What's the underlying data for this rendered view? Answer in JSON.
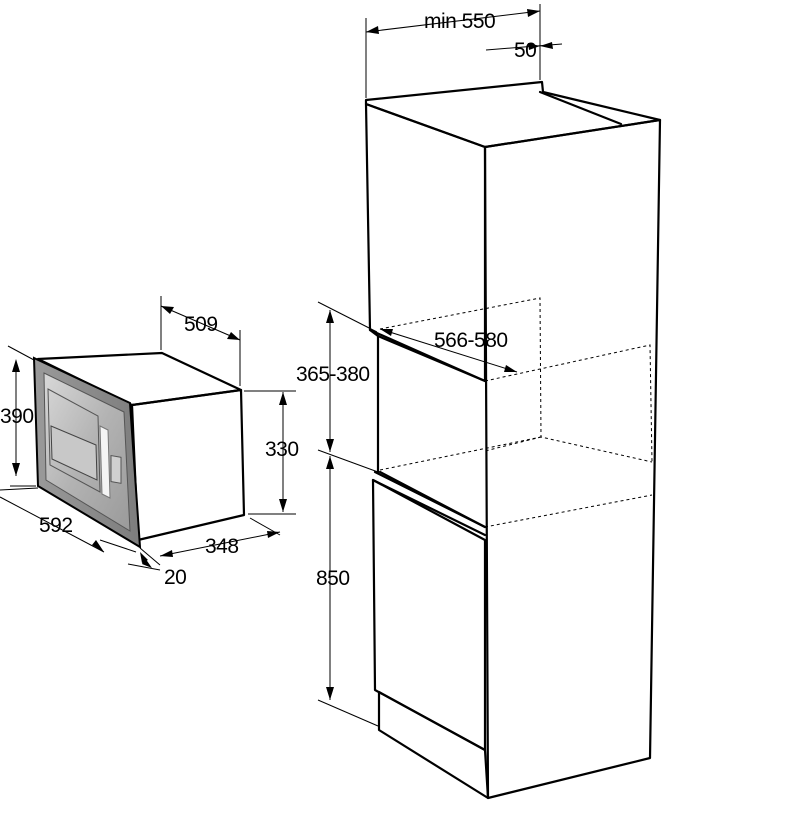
{
  "diagram": {
    "dimensions": {
      "oven_depth_top": "509",
      "oven_height_outer": "390",
      "oven_height_inner": "330",
      "oven_width": "592",
      "oven_depth_bottom": "348",
      "frame_thickness": "20",
      "cabinet_min_depth": "min 550",
      "cabinet_gap": "50",
      "niche_width": "566-580",
      "niche_height": "365-380",
      "niche_floor_height": "850"
    },
    "colors": {
      "line": "#000000",
      "background": "#ffffff",
      "oven_frame": "#8c8c8c",
      "oven_panel": "#b9b9b9",
      "oven_panel_light": "#dcdcdc"
    }
  }
}
